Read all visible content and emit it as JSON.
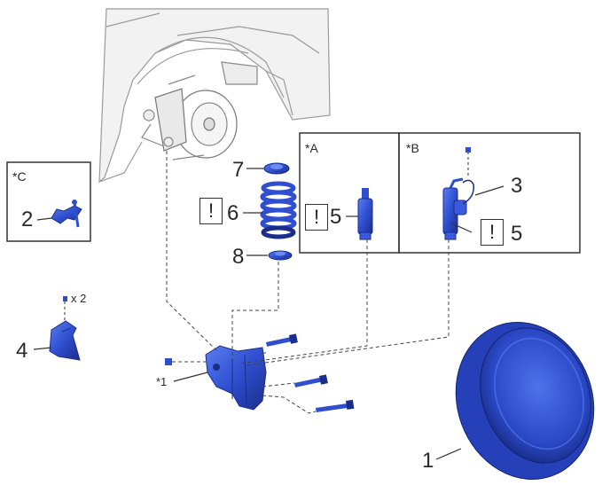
{
  "panels": {
    "variant_a_label": "*A",
    "variant_b_label": "*B",
    "variant_c_label": "*C"
  },
  "callouts": {
    "tire_wheel": "1",
    "part_2": "2",
    "part_3": "3",
    "part_4": "4",
    "shock_a": "5",
    "shock_b": "5",
    "coil_spring": "6",
    "upper_insulator": "7",
    "lower_insulator": "8",
    "note_1": "*1",
    "bolt_qty": "x 2"
  },
  "caution_marks": {
    "coil_spring": "!",
    "shock_a": "!",
    "shock_b": "!"
  },
  "colors": {
    "part_blue": "#2f4fd0",
    "part_blue_dark": "#1b2d8a",
    "line": "#333333",
    "vehicle_line": "#9a9a9a"
  },
  "icons": [
    "caution-icon"
  ]
}
